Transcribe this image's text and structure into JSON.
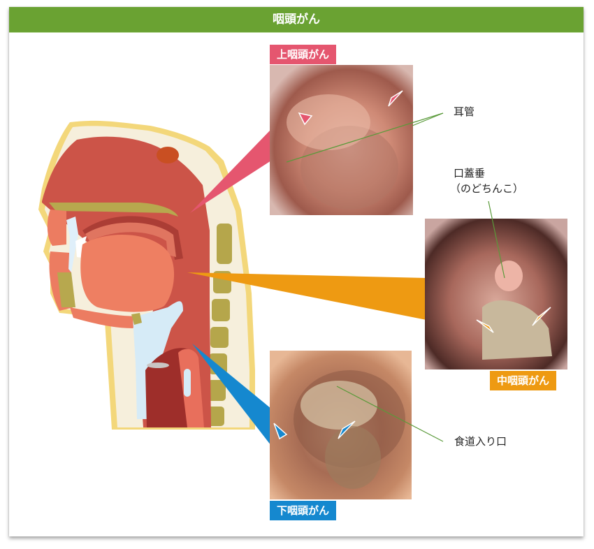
{
  "title": "咽頭がん",
  "colors": {
    "header_green": "#6aa232",
    "upper_pink": "#e5566f",
    "middle_orange": "#ee9a12",
    "lower_blue": "#1588cf",
    "leader_line_green": "#5a9a3a"
  },
  "sections": [
    {
      "id": "upper",
      "label": "上咽頭がん",
      "color": "#e5566f"
    },
    {
      "id": "middle",
      "label": "中咽頭がん",
      "color": "#ee9a12"
    },
    {
      "id": "lower",
      "label": "下咽頭がん",
      "color": "#1588cf"
    }
  ],
  "annotations": {
    "eustachian_tube": "耳管",
    "uvula_line1": "口蓋垂",
    "uvula_line2": "（のどちんこ）",
    "esophagus_entrance": "食道入り口"
  }
}
